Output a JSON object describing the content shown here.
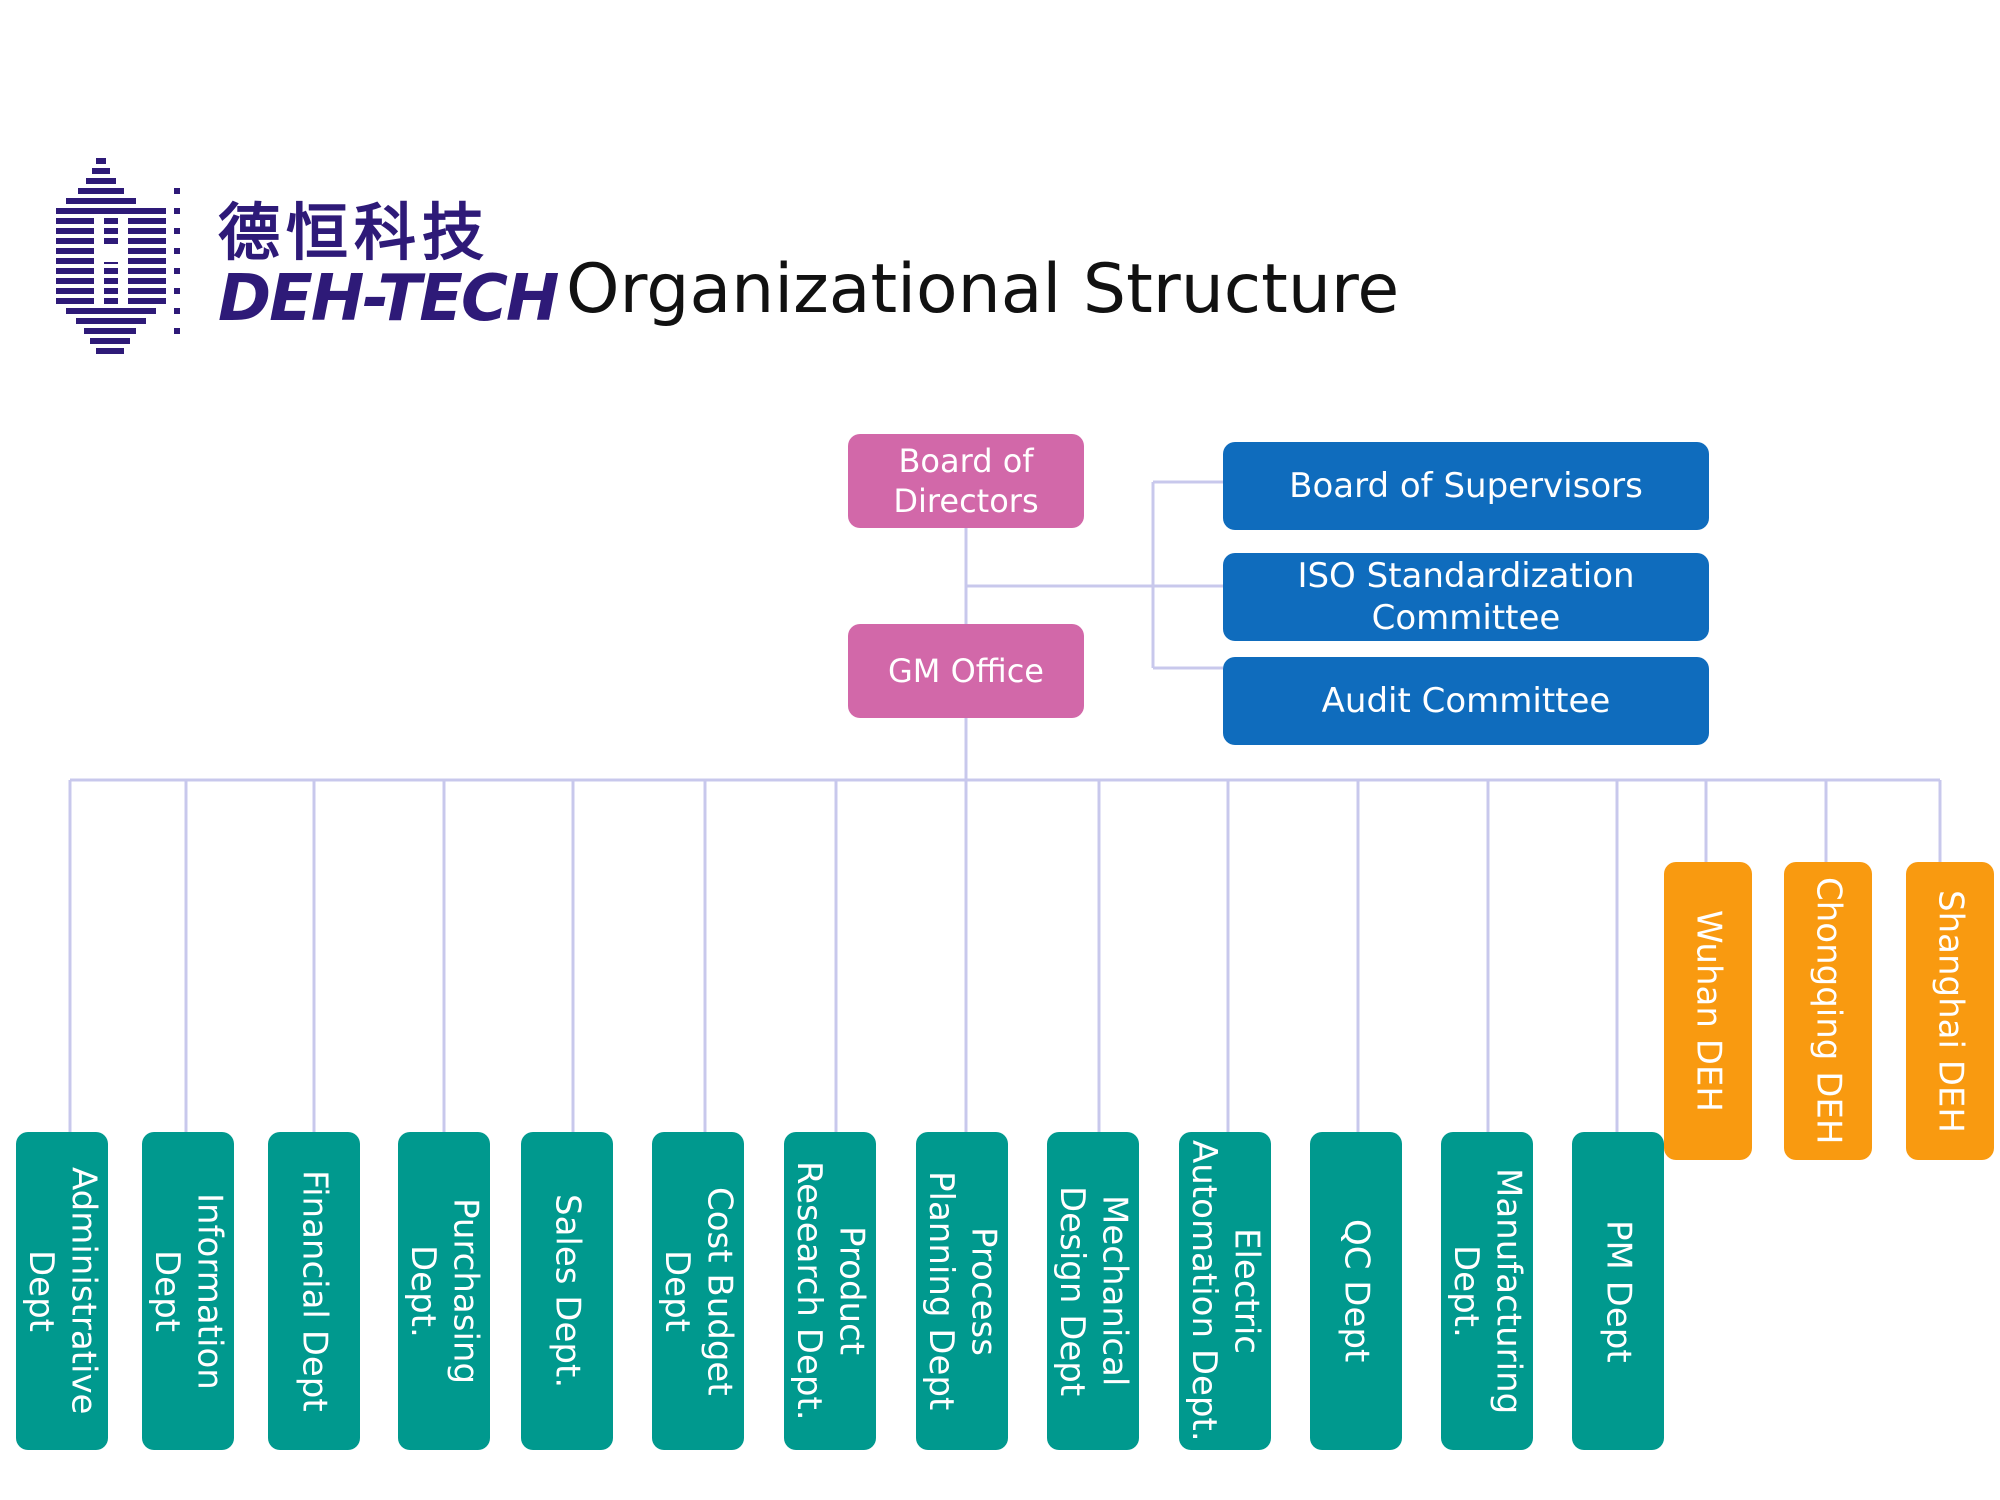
{
  "logo": {
    "name_cn": "德恒科技",
    "name_en": "DEH-TECH",
    "icon": "building-grid-logo",
    "color": "#2e1a78"
  },
  "title": "Organizational Structure",
  "colors": {
    "pink": "#d268a9",
    "blue": "#0f6cbd",
    "teal": "#00998e",
    "orange": "#f99a10",
    "connector": "#c8c8ec"
  },
  "top_nodes": {
    "board_of_directors": "Board of\nDirectors",
    "gm_office": "GM Office"
  },
  "committees": [
    "Board of Supervisors",
    "ISO Standardization\nCommittee",
    "Audit Committee"
  ],
  "departments": [
    "Administrative\nDept",
    "Information\nDept",
    "Financial Dept",
    "Purchasing\nDept.",
    "Sales Dept.",
    "Cost Budget\nDept",
    "Product\nResearch Dept.",
    "Process\nPlanning Dept",
    "Mechanical\nDesign Dept",
    "Electric\nAutomation Dept.",
    "QC Dept",
    "Manufacturing\nDept.",
    "PM Dept"
  ],
  "branches": [
    "Wuhan DEH",
    "Chongqing DEH",
    "Shanghai DEH"
  ]
}
